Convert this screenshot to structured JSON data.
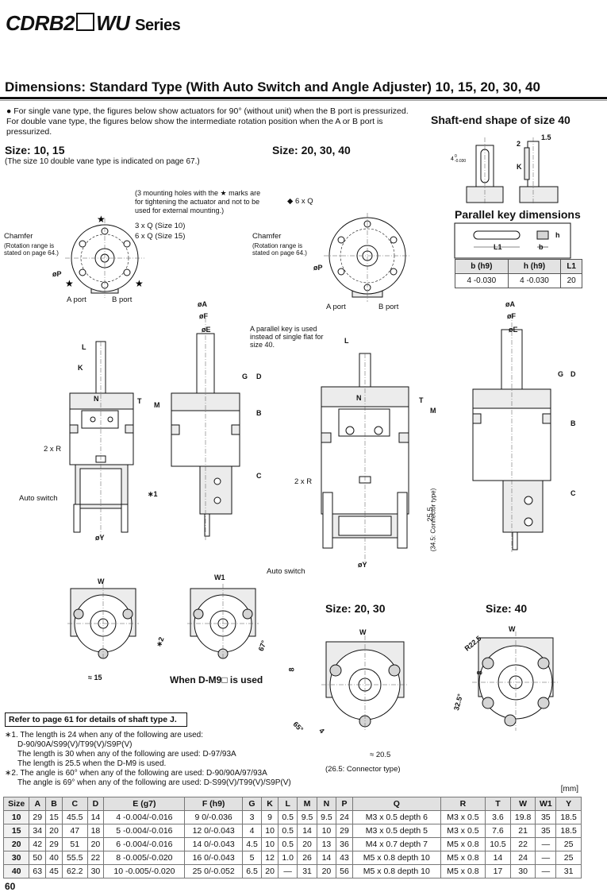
{
  "header": {
    "series_pre": "CDRB2",
    "series_post": "WU",
    "series_word": "Series"
  },
  "section_title": "Dimensions: Standard Type (With Auto Switch and Angle Adjuster) 10, 15, 20, 30, 40",
  "intro_note": "● For single vane type, the figures below show actuators for 90° (without unit) when the B port is pressurized. For double vane type, the figures below show the intermediate rotation position when the A or B port is pressurized.",
  "left": {
    "size_head": "Size: 10, 15",
    "size_note": "(The size 10 double vane type is indicated on page 67.)",
    "mount_note": "(3 mounting holes with the ★ marks are for tightening the actuator and not to be used for external mounting.)",
    "q10": "3 x Q (Size 10)",
    "q15": "6 x Q (Size 15)",
    "chamfer": "Chamfer",
    "rotation_note": "(Rotation range is stated on page 64.)",
    "phiP": "øP",
    "a_port": "A port",
    "b_port": "B port",
    "two_r": "2 x R",
    "auto_switch": "Auto switch",
    "phiY": "øY",
    "w": "W",
    "w1": "W1",
    "when_m9": "When D-M9□ is used",
    "r15": "≈ 15",
    "n2": "∗2",
    "a67": "67°",
    "phiA": "øA",
    "phiF": "øF",
    "phiE": "øE",
    "L": "L",
    "K": "K",
    "N": "N",
    "T": "T",
    "M": "M",
    "G": "G",
    "D": "D",
    "B": "B",
    "C": "C",
    "n1": "∗1"
  },
  "middle": {
    "size_head": "Size: 20, 30, 40",
    "q6": "◆ 6 x Q",
    "chamfer": "Chamfer",
    "rotation_note": "(Rotation range is stated on page 64.)",
    "phiP": "øP",
    "a_port": "A port",
    "b_port": "B port",
    "parallel_note": "A parallel key is used instead of single flat for size 40.",
    "two_r": "2 x R",
    "auto_switch": "Auto switch",
    "phiY": "øY",
    "d255": "25.5",
    "conn345": "(34.5: Connector type)",
    "size2030": "Size: 20, 30",
    "w": "W",
    "d8": "8",
    "a65": "65°",
    "d4": "4",
    "d205": "≈ 20.5",
    "conn265": "(26.5: Connector type)"
  },
  "right": {
    "shaft_head": "Shaft-end shape of size 40",
    "d15": "1.5",
    "d2": "2",
    "K": "K",
    "key_head": "Parallel key dimensions",
    "L1": "L1",
    "b": "b",
    "h": "h",
    "size40": "Size: 40",
    "w": "W",
    "r225": "R22.5",
    "d8": "8",
    "d325": "32.5°",
    "phiA": "øA",
    "phiF": "øF",
    "phiE": "øE",
    "G": "G",
    "D": "D",
    "B": "B",
    "C": "C"
  },
  "key_table": {
    "headers": [
      "b (h9)",
      "h (h9)",
      "L1"
    ],
    "row": [
      "4 -0.030",
      "4 -0.030",
      "20"
    ]
  },
  "ref_box": "Refer to page 61 for details of shaft type J.",
  "footnotes": [
    "∗1. The length is 24 when any of the following are used:",
    "D-90/90A/S99(V)/T99(V)/S9P(V)",
    "The length is 30 when any of the following are used: D-97/93A",
    "The length is 25.5 when the D-M9 is used.",
    "∗2. The angle is 60° when any of the following are used: D-90/90A/97/93A",
    "The angle is 69° when any of the following are used: D-S99(V)/T99(V)/S9P(V)"
  ],
  "unit": "[mm]",
  "dim_table": {
    "headers": [
      "Size",
      "A",
      "B",
      "C",
      "D",
      "E (g7)",
      "F (h9)",
      "G",
      "K",
      "L",
      "M",
      "N",
      "P",
      "Q",
      "R",
      "T",
      "W",
      "W1",
      "Y"
    ],
    "rows": [
      [
        "10",
        "29",
        "15",
        "45.5",
        "14",
        "4 -0.004/-0.016",
        "9 0/-0.036",
        "3",
        "9",
        "0.5",
        "9.5",
        "9.5",
        "24",
        "M3 x 0.5 depth 6",
        "M3 x 0.5",
        "3.6",
        "19.8",
        "35",
        "18.5"
      ],
      [
        "15",
        "34",
        "20",
        "47",
        "18",
        "5 -0.004/-0.016",
        "12 0/-0.043",
        "4",
        "10",
        "0.5",
        "14",
        "10",
        "29",
        "M3 x 0.5 depth 5",
        "M3 x 0.5",
        "7.6",
        "21",
        "35",
        "18.5"
      ],
      [
        "20",
        "42",
        "29",
        "51",
        "20",
        "6 -0.004/-0.016",
        "14 0/-0.043",
        "4.5",
        "10",
        "0.5",
        "20",
        "13",
        "36",
        "M4 x 0.7 depth 7",
        "M5 x 0.8",
        "10.5",
        "22",
        "—",
        "25"
      ],
      [
        "30",
        "50",
        "40",
        "55.5",
        "22",
        "8 -0.005/-0.020",
        "16 0/-0.043",
        "5",
        "12",
        "1.0",
        "26",
        "14",
        "43",
        "M5 x 0.8 depth 10",
        "M5 x 0.8",
        "14",
        "24",
        "—",
        "25"
      ],
      [
        "40",
        "63",
        "45",
        "62.2",
        "30",
        "10 -0.005/-0.020",
        "25 0/-0.052",
        "6.5",
        "20",
        "—",
        "31",
        "20",
        "56",
        "M5 x 0.8 depth 10",
        "M5 x 0.8",
        "17",
        "30",
        "—",
        "31"
      ]
    ]
  },
  "page_number": "60"
}
